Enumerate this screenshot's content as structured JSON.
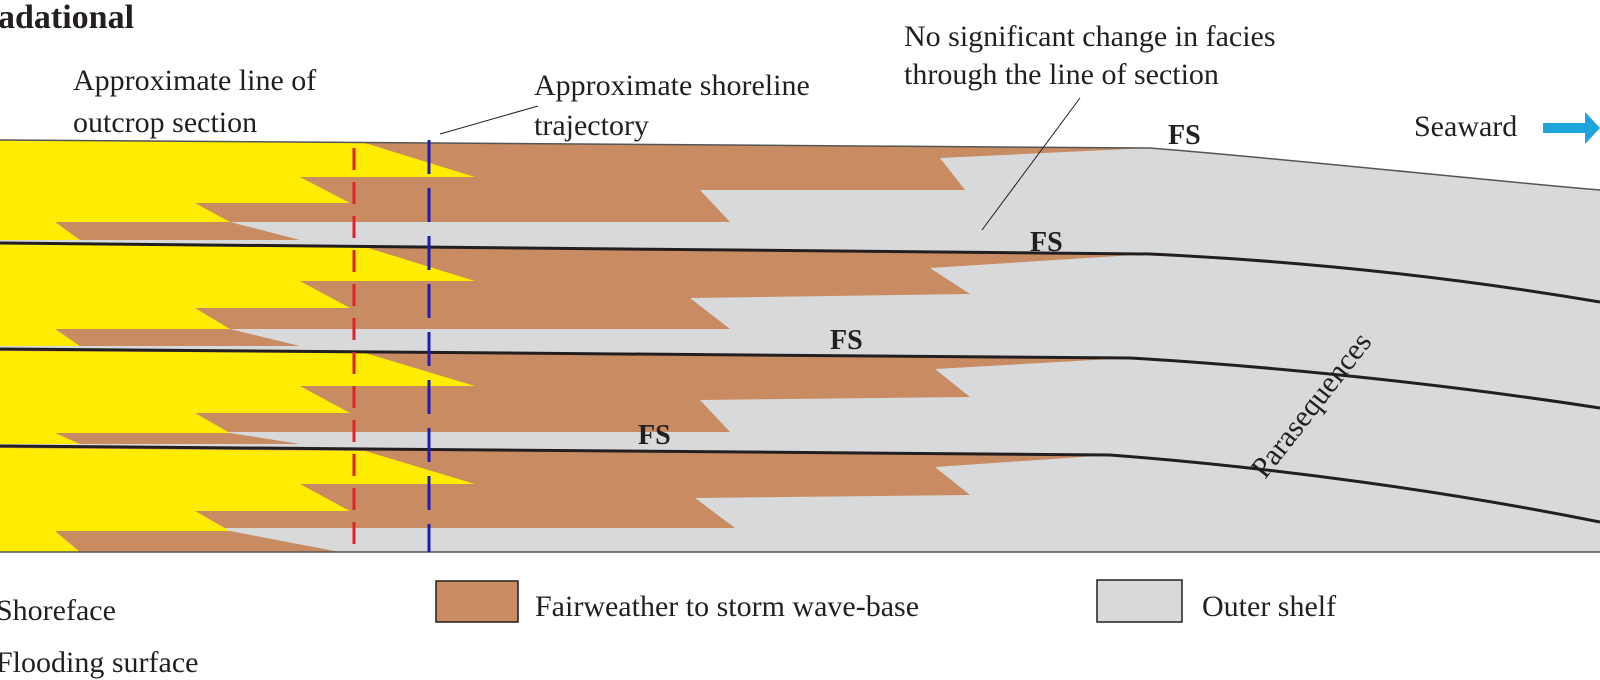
{
  "title": "adational",
  "annotations": {
    "outcrop_line": [
      "Approximate line of",
      "outcrop section"
    ],
    "shoreline_trajectory": [
      "Approximate shoreline",
      "trajectory"
    ],
    "no_change": [
      "No significant change in facies",
      "through the line of section"
    ],
    "seaward": "Seaward",
    "parasequences": "Parasequences"
  },
  "flooding_surface_labels": [
    "FS",
    "FS",
    "FS",
    "FS"
  ],
  "legend": {
    "shoreface": "Shoreface",
    "flooding_surface": "Flooding surface",
    "fairweather": "Fairweather to storm wave-base",
    "outer_shelf": "Outer shelf"
  },
  "colors": {
    "shoreface": "#ffec00",
    "fairweather": "#c98b62",
    "outer_shelf": "#d8d9db",
    "flooding_surface": "#231f20",
    "outcrop_line": "#e0202a",
    "shoreline_line": "#1b1eb4",
    "seaward_arrow": "#1fa3db"
  }
}
